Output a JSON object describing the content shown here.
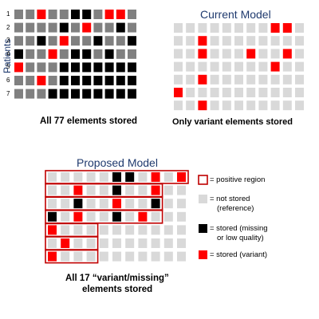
{
  "colors": {
    "variant": "#ff0000",
    "missing": "#000000",
    "reference_stored": "#808080",
    "not_stored": "#d9d9d9",
    "region_border": "#c00000",
    "title": "#1f3a6e"
  },
  "all_elements": {
    "axis_label": "Patients",
    "row_labels": [
      "1",
      "2",
      "3",
      "4",
      "5",
      "6",
      "7"
    ],
    "caption": "All 77 elements stored",
    "grid": [
      "GGRGGBBGRRG",
      "GGGGBGRGGBG",
      "GGBGRGGBGGB",
      "BGGRGBBGBGG",
      "RGGGBBBBBBB",
      "GGRGBBBBBBB",
      "GGGBBBBBBBB"
    ]
  },
  "current_model": {
    "title": "Current Model",
    "caption": "Only variant elements stored",
    "grid": [
      "LLLLLLLLRRL",
      "LLRLLLLLLLL",
      "LLRLLLRLLRL",
      "LLLLLLLLRLL",
      "LLRLLLLLLLL",
      "RLLLLLLLLLL",
      "LLRLLLLLLLL"
    ]
  },
  "proposed_model": {
    "title": "Proposed Model",
    "caption_line1": "All 17 “variant/missing”",
    "caption_line2": "elements stored",
    "grid": [
      "LLLLLBBLRLR",
      "LLRLLBLLRLL",
      "LLBLLRLLBLL",
      "BLRLLBLRLLL",
      "RLLLLLLLLLL",
      "LRLLLLLLLLL",
      "RLLLLLLLLLL"
    ],
    "regions": [
      [
        0,
        10
      ],
      [
        0,
        8
      ],
      [
        0,
        8
      ],
      [
        0,
        8
      ],
      [
        0,
        3
      ],
      [
        0,
        3
      ],
      [
        0,
        3
      ]
    ]
  },
  "legend": [
    {
      "type": "region",
      "lines": [
        "= positive region"
      ]
    },
    {
      "type": "not_stored",
      "lines": [
        "= not stored",
        "(reference)"
      ]
    },
    {
      "type": "missing",
      "lines": [
        "= stored (missing",
        "or low quality)"
      ]
    },
    {
      "type": "variant",
      "lines": [
        "= stored (variant)"
      ]
    }
  ]
}
